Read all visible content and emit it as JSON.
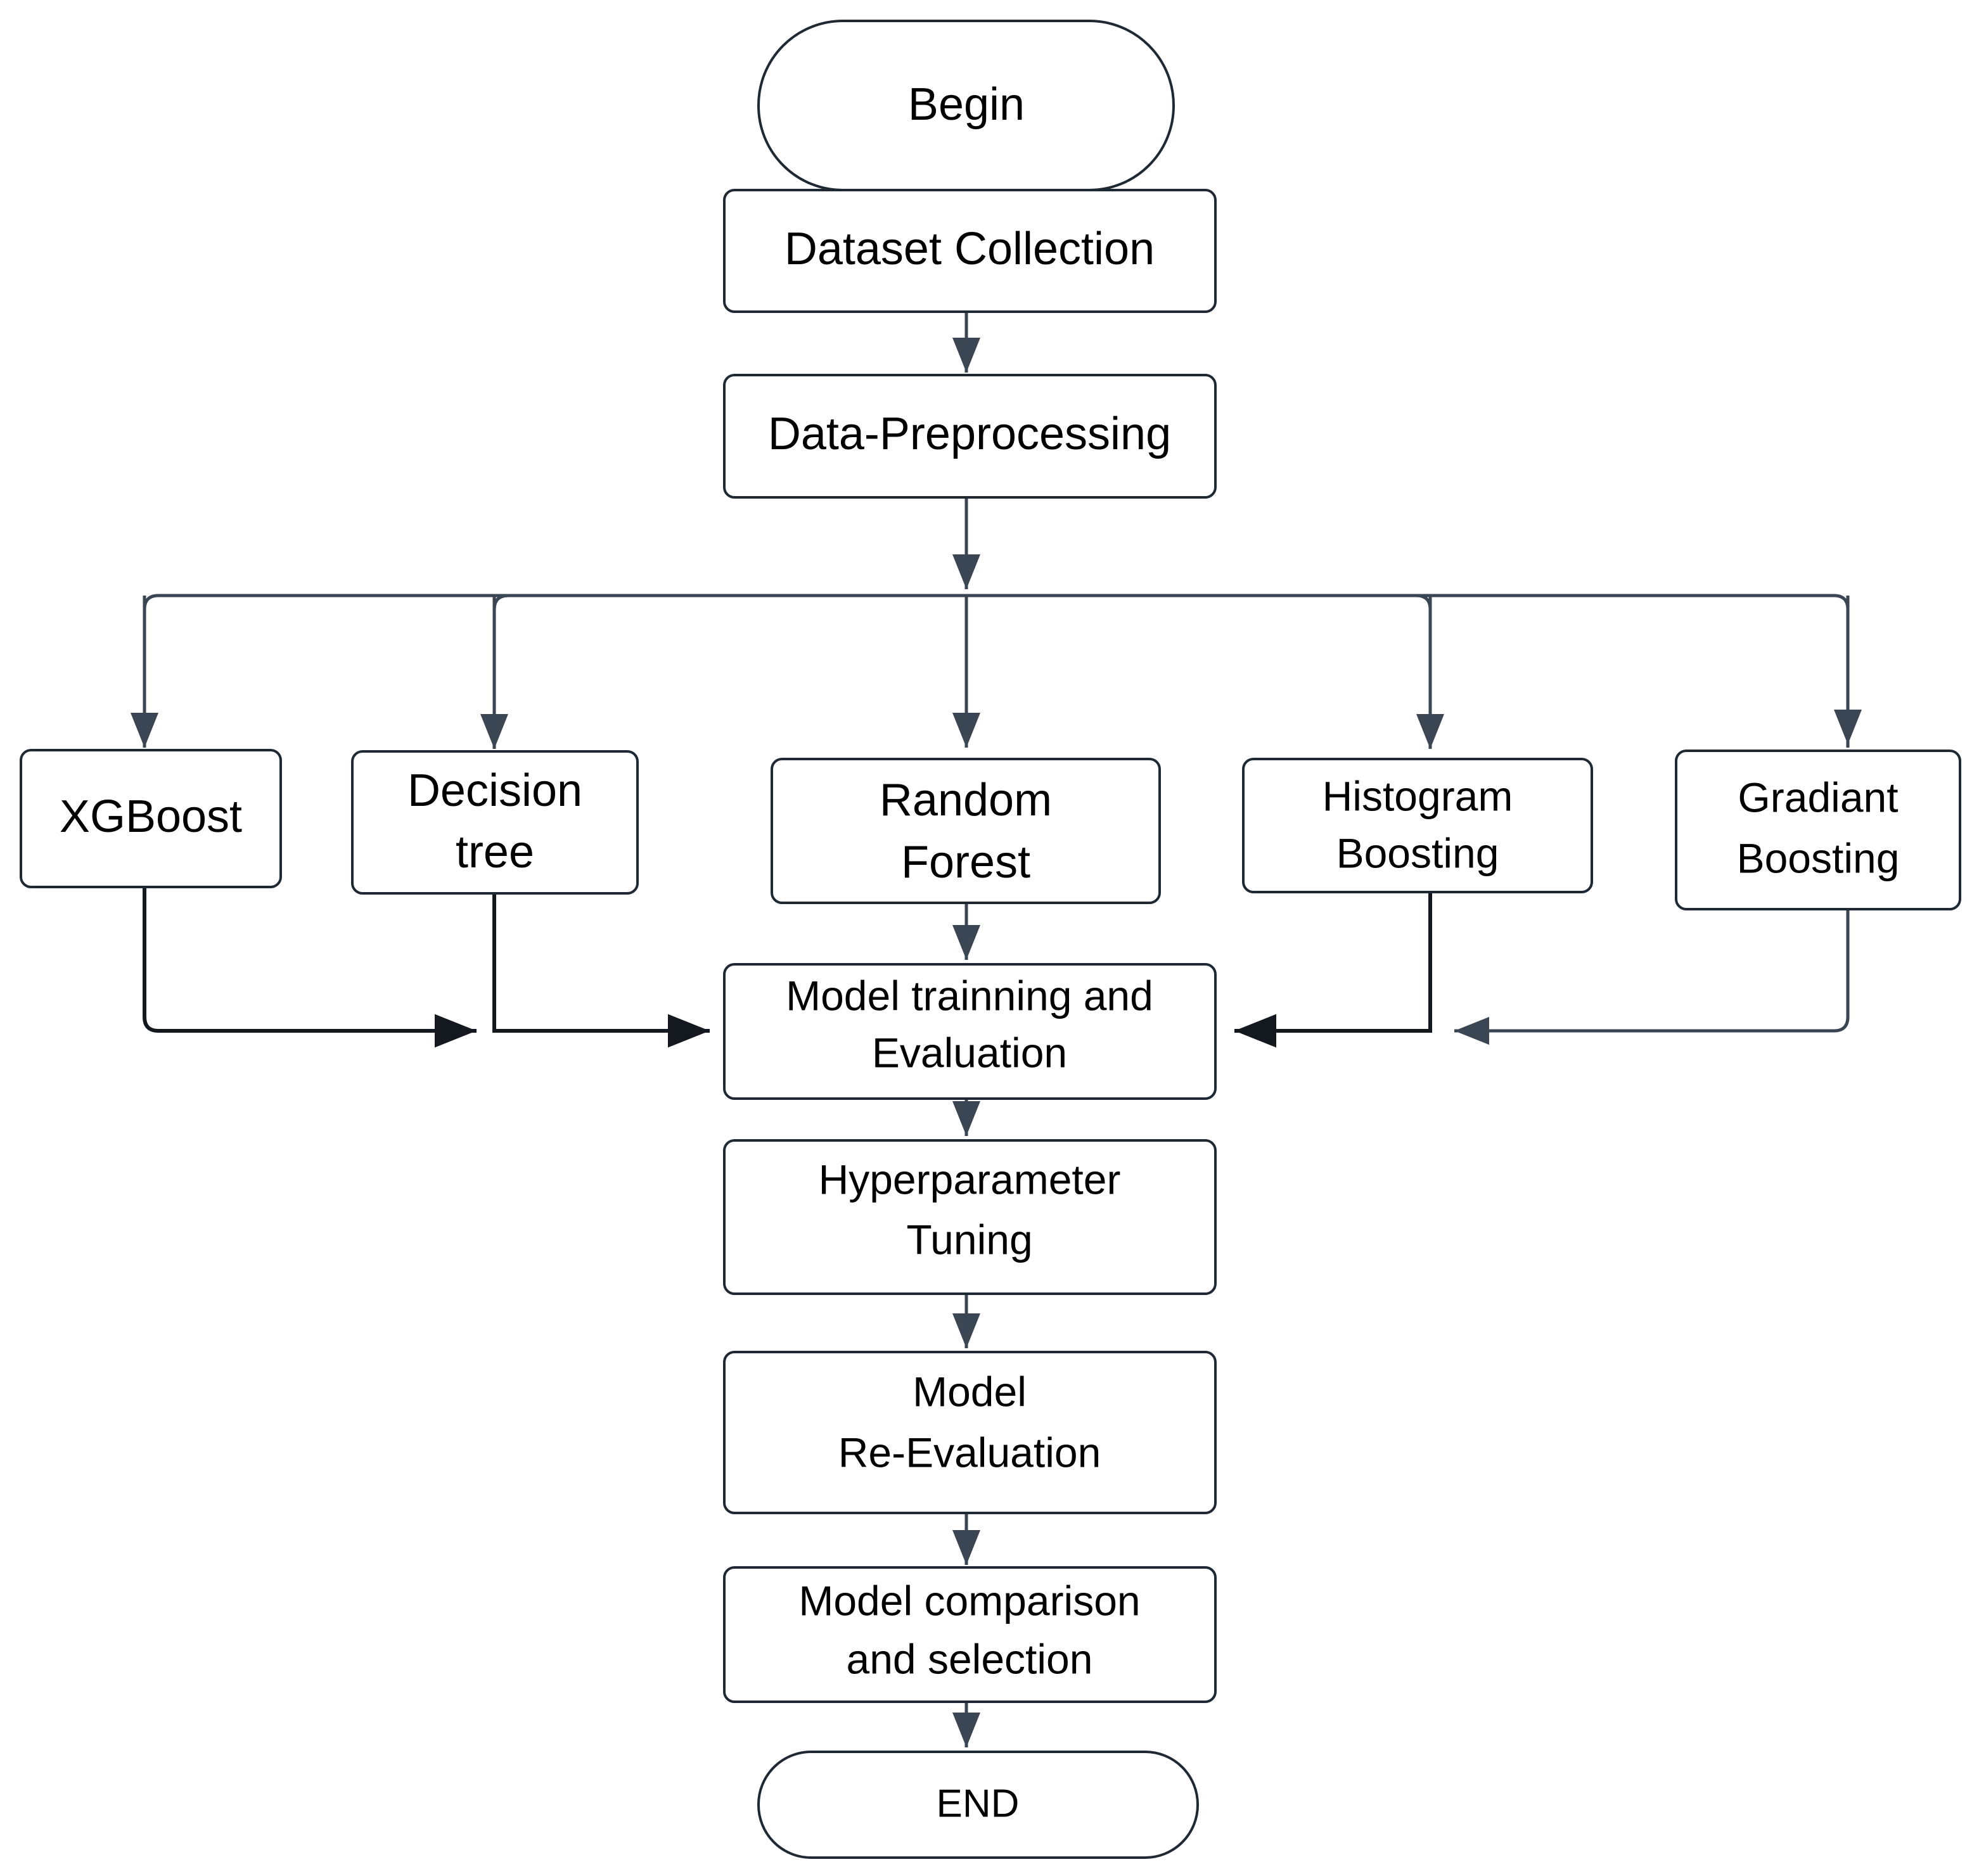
{
  "diagram": {
    "type": "flowchart",
    "orientation": "top-to-bottom",
    "background_color": "#ffffff",
    "node_fill": "#ffffff",
    "node_stroke": "#1f2933",
    "edge_color": "#3b4654",
    "text_color": "#000000",
    "nodes": {
      "begin": {
        "label": "Begin",
        "shape": "terminator"
      },
      "dataset_collection": {
        "label": "Dataset Collection",
        "shape": "process"
      },
      "data_preprocessing": {
        "label": "Data-Preprocessing",
        "shape": "process"
      },
      "xgboost": {
        "label": "XGBoost",
        "shape": "process"
      },
      "decision_tree": {
        "label_line1": "Decision",
        "label_line2": "tree",
        "shape": "process"
      },
      "random_forest": {
        "label_line1": "Random",
        "label_line2": "Forest",
        "shape": "process"
      },
      "histogram_boosting": {
        "label_line1": "Histogram",
        "label_line2": "Boosting",
        "shape": "process"
      },
      "gradiant_boosting": {
        "label_line1": "Gradiant",
        "label_line2": "Boosting",
        "shape": "process"
      },
      "model_training_evaluation": {
        "label_line1": "Model trainning and",
        "label_line2": "Evaluation",
        "shape": "process"
      },
      "hyperparameter_tuning": {
        "label_line1": "Hyperparameter",
        "label_line2": "Tuning",
        "shape": "process"
      },
      "model_re_evaluation": {
        "label_line1": "Model",
        "label_line2": "Re-Evaluation",
        "shape": "process"
      },
      "model_comparison_selection": {
        "label_line1": "Model comparison",
        "label_line2": "and selection",
        "shape": "process"
      },
      "end": {
        "label": "END",
        "shape": "terminator"
      }
    },
    "edges": [
      {
        "from": "begin",
        "to": "dataset_collection"
      },
      {
        "from": "dataset_collection",
        "to": "data_preprocessing"
      },
      {
        "from": "data_preprocessing",
        "to": "xgboost"
      },
      {
        "from": "data_preprocessing",
        "to": "decision_tree"
      },
      {
        "from": "data_preprocessing",
        "to": "random_forest"
      },
      {
        "from": "data_preprocessing",
        "to": "histogram_boosting"
      },
      {
        "from": "data_preprocessing",
        "to": "gradiant_boosting"
      },
      {
        "from": "xgboost",
        "to": "model_training_evaluation"
      },
      {
        "from": "decision_tree",
        "to": "model_training_evaluation"
      },
      {
        "from": "random_forest",
        "to": "model_training_evaluation"
      },
      {
        "from": "histogram_boosting",
        "to": "model_training_evaluation"
      },
      {
        "from": "gradiant_boosting",
        "to": "model_training_evaluation"
      },
      {
        "from": "model_training_evaluation",
        "to": "hyperparameter_tuning"
      },
      {
        "from": "hyperparameter_tuning",
        "to": "model_re_evaluation"
      },
      {
        "from": "model_re_evaluation",
        "to": "model_comparison_selection"
      },
      {
        "from": "model_comparison_selection",
        "to": "end"
      }
    ]
  }
}
